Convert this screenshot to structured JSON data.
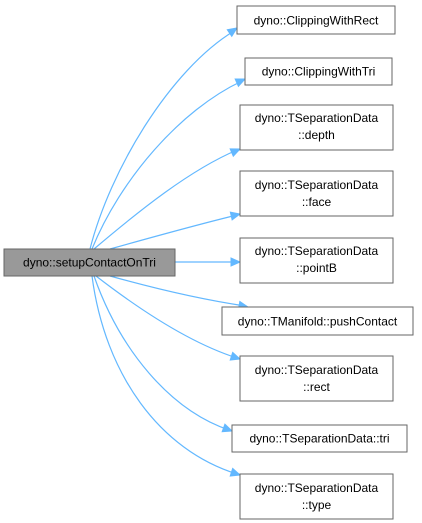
{
  "diagram": {
    "source": {
      "label": "dyno::setupContactOnTri"
    },
    "targets": [
      {
        "lines": [
          "dyno::ClippingWithRect"
        ]
      },
      {
        "lines": [
          "dyno::ClippingWithTri"
        ]
      },
      {
        "lines": [
          "dyno::TSeparationData",
          "::depth"
        ]
      },
      {
        "lines": [
          "dyno::TSeparationData",
          "::face"
        ]
      },
      {
        "lines": [
          "dyno::TSeparationData",
          "::pointB"
        ]
      },
      {
        "lines": [
          "dyno::TManifold::pushContact"
        ]
      },
      {
        "lines": [
          "dyno::TSeparationData",
          "::rect"
        ]
      },
      {
        "lines": [
          "dyno::TSeparationData::tri"
        ]
      },
      {
        "lines": [
          "dyno::TSeparationData",
          "::type"
        ]
      }
    ],
    "colors": {
      "edge": "#63b8ff",
      "source_fill": "#999999",
      "node_border": "#666666",
      "node_fill": "#ffffff",
      "text": "#000000"
    }
  }
}
